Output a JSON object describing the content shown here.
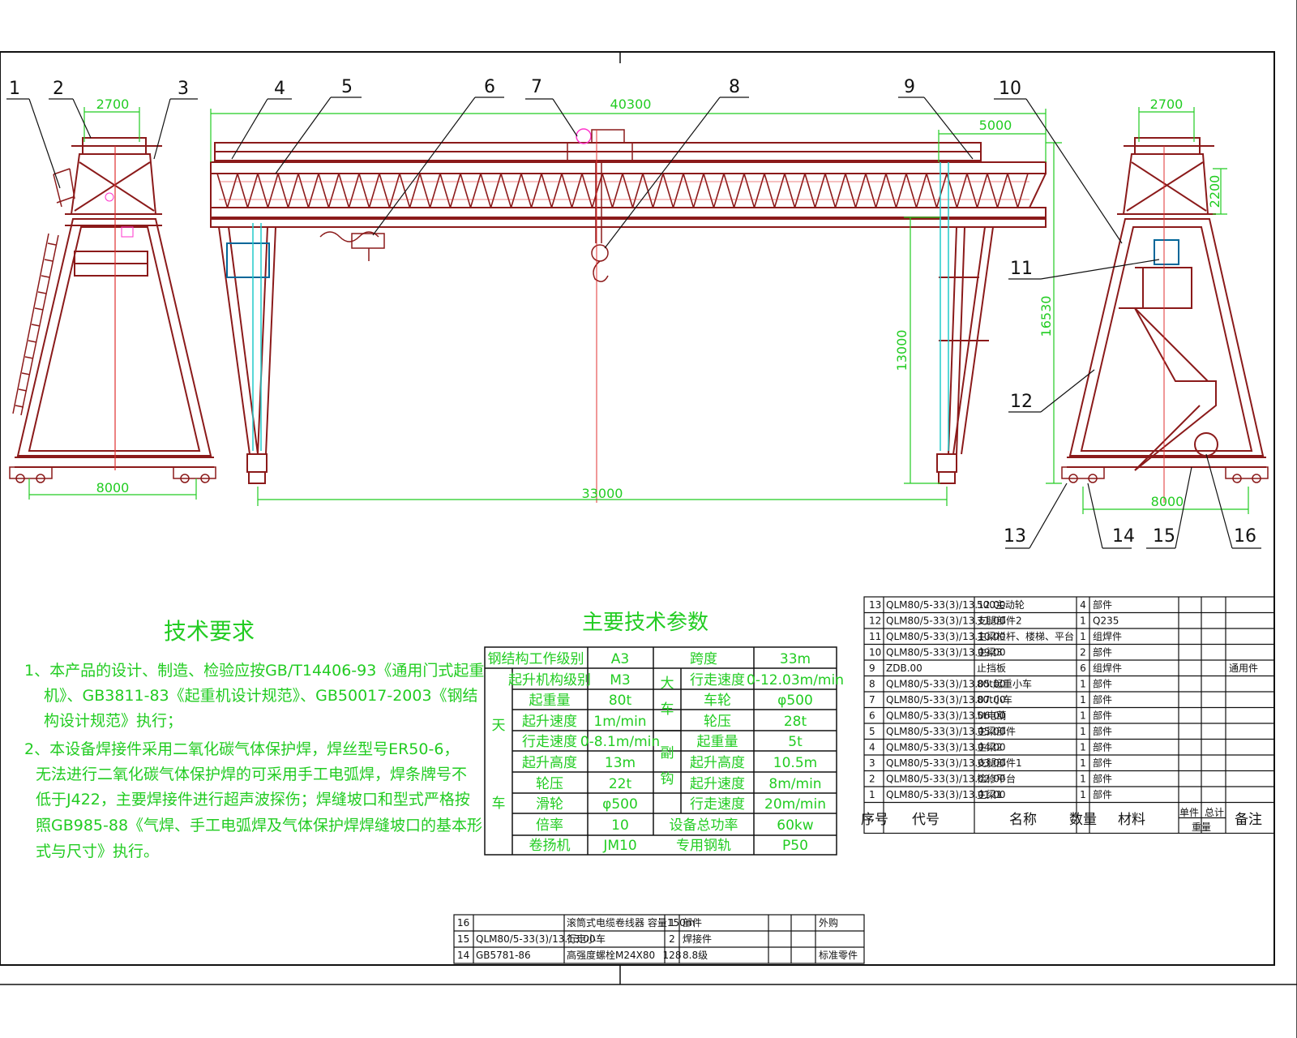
{
  "callouts": [
    "1",
    "2",
    "3",
    "4",
    "5",
    "6",
    "7",
    "8",
    "9",
    "10",
    "11",
    "12",
    "13",
    "14",
    "15",
    "16"
  ],
  "dimensions": {
    "left_top_width": "2700",
    "left_base_width": "8000",
    "main_total_length": "40300",
    "main_span": "33000",
    "main_cantilever": "5000",
    "lift_height": "13000",
    "total_height": "16530",
    "right_top_width": "2700",
    "right_base_width": "8000",
    "right_girder_height": "2200"
  },
  "tech_requirements": {
    "title": "技术要求",
    "lines": [
      "1、本产品的设计、制造、检验应按GB/T14406-93《通用门式起重",
      "机》、GB3811-83《起重机设计规范》、GB50017-2003《钢结",
      "构设计规范》执行；",
      "2、本设备焊接件采用二氧化碳气体保护焊，焊丝型号ER50-6，",
      "无法进行二氧化碳气体保护焊的可采用手工电弧焊，焊条牌号不",
      "低于J422，主要焊接件进行超声波探伤；焊缝坡口和型式严格按",
      "照GB985-88《气焊、手工电弧焊及气体保护焊焊缝坡口的基本形",
      "式与尺寸》执行。"
    ]
  },
  "params": {
    "title": "主要技术参数",
    "structure_class_label": "钢结构工作级别",
    "structure_class_value": "A3",
    "span_label": "跨度",
    "span_value": "33m",
    "trolley_label_1": "天",
    "trolley_label_2": "车",
    "crane_label_1": "大",
    "crane_label_2": "车",
    "sub_hook_label_1": "副",
    "sub_hook_label_2": "钩",
    "trolley_rows": [
      {
        "label": "起升机构级别",
        "value": "M3"
      },
      {
        "label": "起重量",
        "value": "80t"
      },
      {
        "label": "起升速度",
        "value": "1m/min"
      },
      {
        "label": "行走速度",
        "value": "0-8.1m/min"
      },
      {
        "label": "起升高度",
        "value": "13m"
      },
      {
        "label": "轮压",
        "value": "22t"
      },
      {
        "label": "滑轮",
        "value": "φ500"
      },
      {
        "label": "倍率",
        "value": "10"
      },
      {
        "label": "卷扬机",
        "value": "JM10"
      }
    ],
    "crane_rows": [
      {
        "label": "行走速度",
        "value": "0-12.03m/min"
      },
      {
        "label": "车轮",
        "value": "φ500"
      },
      {
        "label": "轮压",
        "value": "28t"
      }
    ],
    "sub_hook_rows": [
      {
        "label": "起重量",
        "value": "5t"
      },
      {
        "label": "起升高度",
        "value": "10.5m"
      },
      {
        "label": "起升速度",
        "value": "8m/min"
      },
      {
        "label": "行走速度",
        "value": "20m/min"
      }
    ],
    "total_power_label": "设备总功率",
    "total_power_value": "60kw",
    "rail_label": "专用钢轨",
    "rail_value": "P50"
  },
  "bom": {
    "rows": [
      {
        "no": "13",
        "code": "QLM80/5-33(3)/13.12.00",
        "name": "500主动轮",
        "qty": "4",
        "mat": "部件",
        "note": ""
      },
      {
        "no": "12",
        "code": "QLM80/5-33(3)/13.11.00",
        "name": "支腿部件2",
        "qty": "1",
        "mat": "Q235",
        "note": ""
      },
      {
        "no": "11",
        "code": "QLM80/5-33(3)/13.10.00",
        "name": "主梁栏杆、楼梯、平台",
        "qty": "1",
        "mat": "组焊件",
        "note": ""
      },
      {
        "no": "10",
        "code": "QLM80/5-33(3)/13.09.00",
        "name": "主梁3",
        "qty": "2",
        "mat": "部件",
        "note": ""
      },
      {
        "no": "9",
        "code": "ZDB.00",
        "name": "止挡板",
        "qty": "6",
        "mat": "组焊件",
        "note": "通用件"
      },
      {
        "no": "8",
        "code": "QLM80/5-33(3)/13.05.00",
        "name": "80t起重小车",
        "qty": "1",
        "mat": "部件",
        "note": ""
      },
      {
        "no": "7",
        "code": "QLM80/5-33(3)/13.07.00",
        "name": "80t小车",
        "qty": "1",
        "mat": "部件",
        "note": ""
      },
      {
        "no": "6",
        "code": "QLM80/5-33(3)/13.06.00",
        "name": "5t电葫",
        "qty": "1",
        "mat": "部件",
        "note": ""
      },
      {
        "no": "5",
        "code": "QLM80/5-33(3)/13.05.00",
        "name": "主梁部件",
        "qty": "1",
        "mat": "部件",
        "note": ""
      },
      {
        "no": "4",
        "code": "QLM80/5-33(3)/13.04.00",
        "name": "主梁2",
        "qty": "1",
        "mat": "部件",
        "note": ""
      },
      {
        "no": "3",
        "code": "QLM80/5-33(3)/13.03.00",
        "name": "支腿部件1",
        "qty": "1",
        "mat": "部件",
        "note": ""
      },
      {
        "no": "2",
        "code": "QLM80/5-33(3)/13.02.00",
        "name": "检修平台",
        "qty": "1",
        "mat": "部件",
        "note": ""
      },
      {
        "no": "1",
        "code": "QLM80/5-33(3)/13.01.00",
        "name": "主梁1",
        "qty": "1",
        "mat": "部件",
        "note": ""
      }
    ],
    "header": {
      "no": "序号",
      "code": "代号",
      "name": "名称",
      "qty": "数量",
      "mat": "材料",
      "single": "单件",
      "total": "总计",
      "weight": "重量",
      "note": "备注"
    }
  },
  "bom2": {
    "rows": [
      {
        "no": "16",
        "code": "",
        "name": "滚筒式电缆卷线器 容量150m",
        "qty": "1",
        "mat": "部件",
        "note": "外购"
      },
      {
        "no": "15",
        "code": "QLM80/5-33(3)/13.13.00",
        "name": "行走小车",
        "qty": "2",
        "mat": "焊接件",
        "note": ""
      },
      {
        "no": "14",
        "code": "GB5781-86",
        "name": "高强度螺栓M24X80",
        "qty": "128",
        "mat": "8.8级",
        "note": "标准零件"
      }
    ]
  }
}
